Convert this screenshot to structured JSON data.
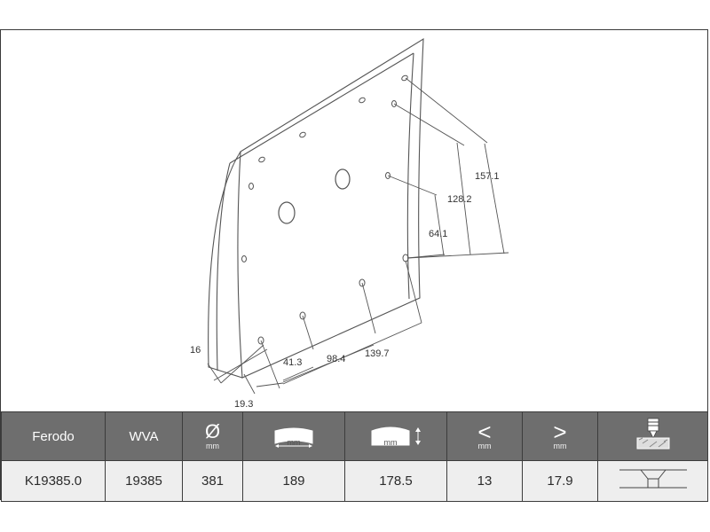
{
  "drawing": {
    "dimensions": {
      "d16": "16",
      "d19_3": "19.3",
      "d41_3": "41.3",
      "d98_4": "98.4",
      "d139_7": "139.7",
      "d64_1": "64.1",
      "d128_2": "128.2",
      "d157_1": "157.1"
    }
  },
  "table": {
    "headers": {
      "brand": "Ferodo",
      "wva": "WVA",
      "diameter_symbol": "Ø",
      "diameter_unit": "mm",
      "width_unit": "mm",
      "thickness_unit": "mm",
      "min_symbol": "<",
      "min_unit": "mm",
      "max_symbol": ">",
      "max_unit": "mm"
    },
    "values": {
      "part_number": "K19385.0",
      "wva": "19385",
      "diameter": "381",
      "width": "189",
      "thickness": "178.5",
      "min": "13",
      "max": "17.9"
    },
    "icons": {
      "diameter": "diameter-icon",
      "width": "lining-width-icon",
      "thickness": "lining-thickness-icon",
      "rivet": "rivet-tool-icon",
      "rivet_profile": "rivet-profile-icon"
    }
  }
}
